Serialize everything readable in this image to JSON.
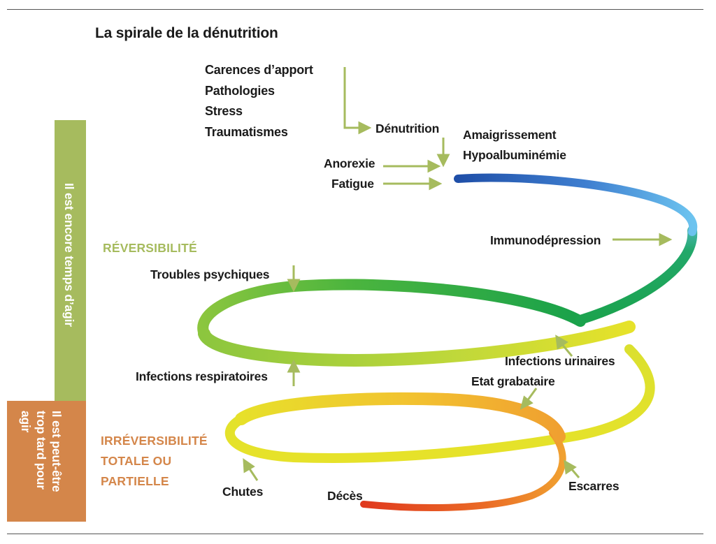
{
  "title": "La spirale de la dénutrition",
  "causes": [
    "Carences d’apport",
    "Pathologies",
    "Stress",
    "Traumatismes"
  ],
  "labels": {
    "denutrition": "Dénutrition",
    "anorexie": "Anorexie",
    "fatigue": "Fatigue",
    "amaigrissement": "Amaigrissement",
    "hypoalbuminemie": "Hypoalbuminémie",
    "immunodepression": "Immunodépression",
    "troubles_psychiques": "Troubles psychiques",
    "infections_respiratoires": "Infections respiratoires",
    "infections_urinaires": "Infections urinaires",
    "etat_grabataire": "Etat grabataire",
    "chutes": "Chutes",
    "deces": "Décès",
    "escarres": "Escarres"
  },
  "phases": {
    "reversibilite": "RÉVERSIBILITÉ",
    "irreversibilite": [
      "IRRÉVERSIBILITÉ",
      "TOTALE OU",
      "PARTIELLE"
    ]
  },
  "side_bars": {
    "reversible": "Il est encore temps d’agir",
    "irreversible": [
      "Il est peut-être",
      "trop tard pour",
      "agir"
    ]
  },
  "colors": {
    "arrow": "#a6bb5e",
    "reversible_bar": "#a6bb5e",
    "irreversible_bar": "#d4864a",
    "spiral_blue": "#1f4fa8",
    "spiral_light_blue": "#6cc3ef",
    "spiral_green": "#1aa24a",
    "spiral_yellow": "#e6e22a",
    "spiral_orange": "#f0a030",
    "spiral_red": "#e03a1e"
  }
}
